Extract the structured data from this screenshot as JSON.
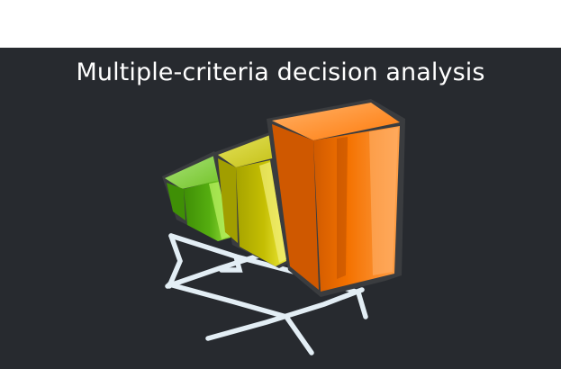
{
  "banner": {
    "title": "Multiple-criteria decision analysis",
    "background_color": "#272a2f"
  },
  "illustration": {
    "name": "bar-chart-icon",
    "bars": [
      {
        "color": "#5db516",
        "relative_height": 0.45
      },
      {
        "color": "#c9c206",
        "relative_height": 0.7
      },
      {
        "color": "#ff7a00",
        "relative_height": 1.0
      }
    ],
    "grid_color": "#e3eef5"
  }
}
